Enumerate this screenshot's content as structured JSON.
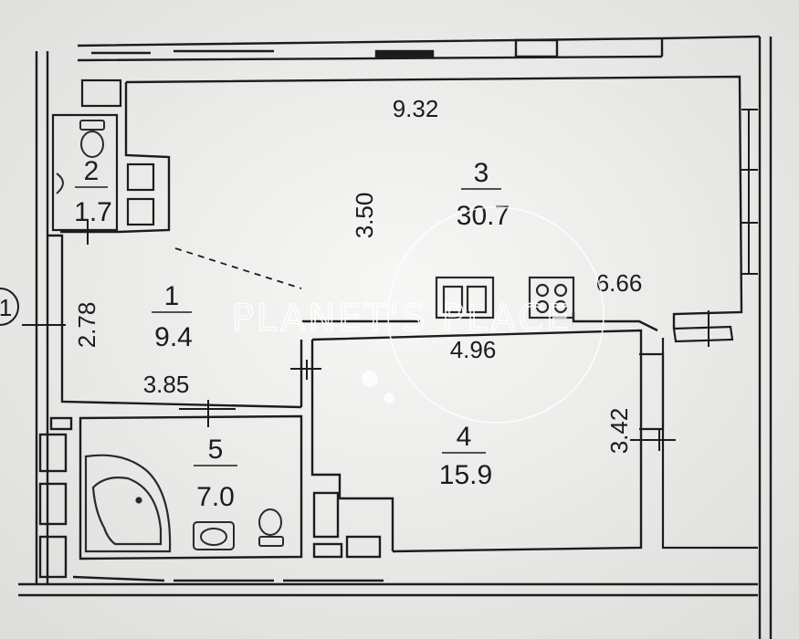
{
  "watermark": {
    "text": "PLANET'S PLACE"
  },
  "axis_marker": {
    "label": "1"
  },
  "rooms": [
    {
      "number": "1",
      "area": "9.4"
    },
    {
      "number": "2",
      "area": "1.7"
    },
    {
      "number": "3",
      "area": "30.7"
    },
    {
      "number": "4",
      "area": "15.9"
    },
    {
      "number": "5",
      "area": "7.0"
    }
  ],
  "dimensions": {
    "room3_width": "9.32",
    "room3_depth": "3.50",
    "kitchen_run": "6.66",
    "room1_height": "2.78",
    "room1_width": "3.85",
    "room4_width": "4.96",
    "room4_depth": "3.42"
  },
  "colors": {
    "paper": "#f3f3f1",
    "wall": "#1c1c1c",
    "fixture": "#2a2a2a",
    "watermark": "#ffffff"
  }
}
